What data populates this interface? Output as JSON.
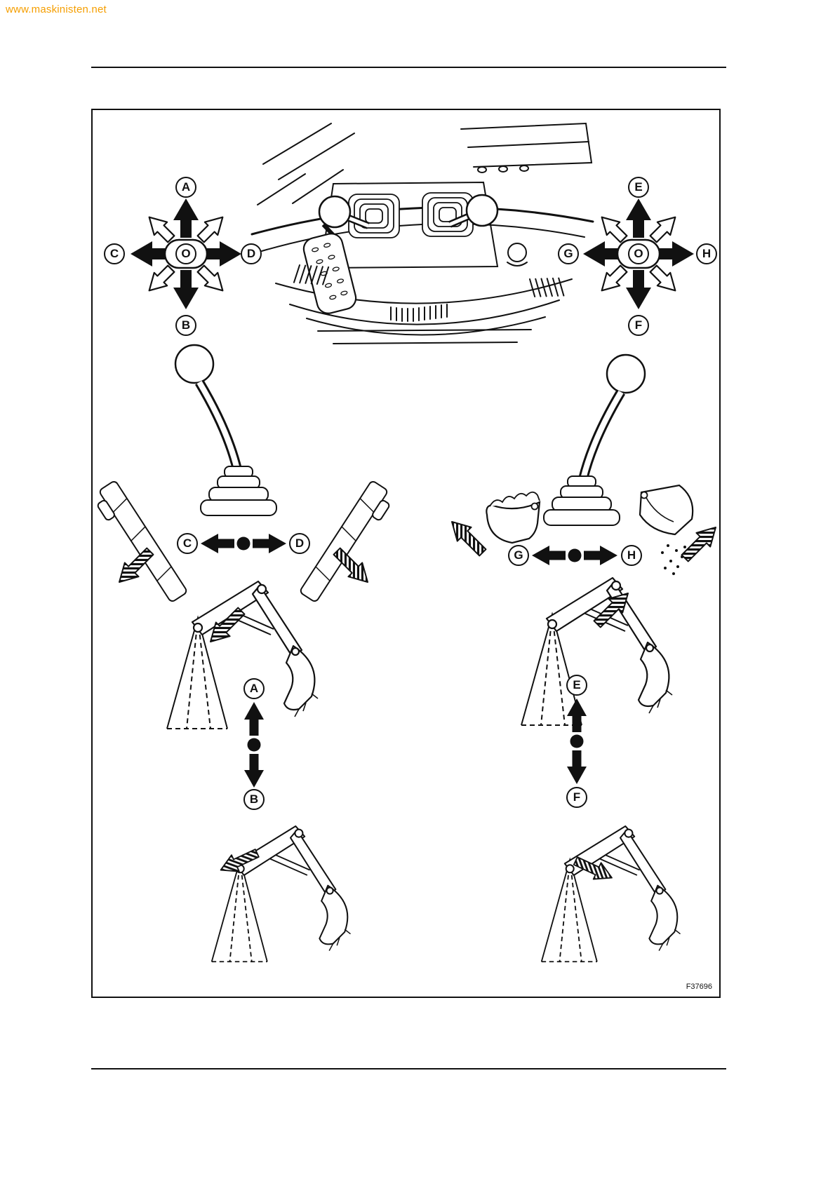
{
  "page": {
    "watermark": "www.maskinisten.net",
    "figure_number": "F37696"
  },
  "cluster_left": {
    "up": "A",
    "down": "B",
    "left": "C",
    "right": "D",
    "center": "O"
  },
  "cluster_right": {
    "up": "E",
    "down": "F",
    "left": "G",
    "right": "H",
    "center": "O"
  },
  "axis_left_horizontal": {
    "start": "C",
    "end": "D"
  },
  "axis_right_horizontal": {
    "start": "G",
    "end": "H"
  },
  "axis_left_vertical": {
    "top": "A",
    "bottom": "B"
  },
  "axis_right_vertical": {
    "top": "E",
    "bottom": "F"
  },
  "colors": {
    "ink": "#111111",
    "watermark": "#f59e00"
  }
}
